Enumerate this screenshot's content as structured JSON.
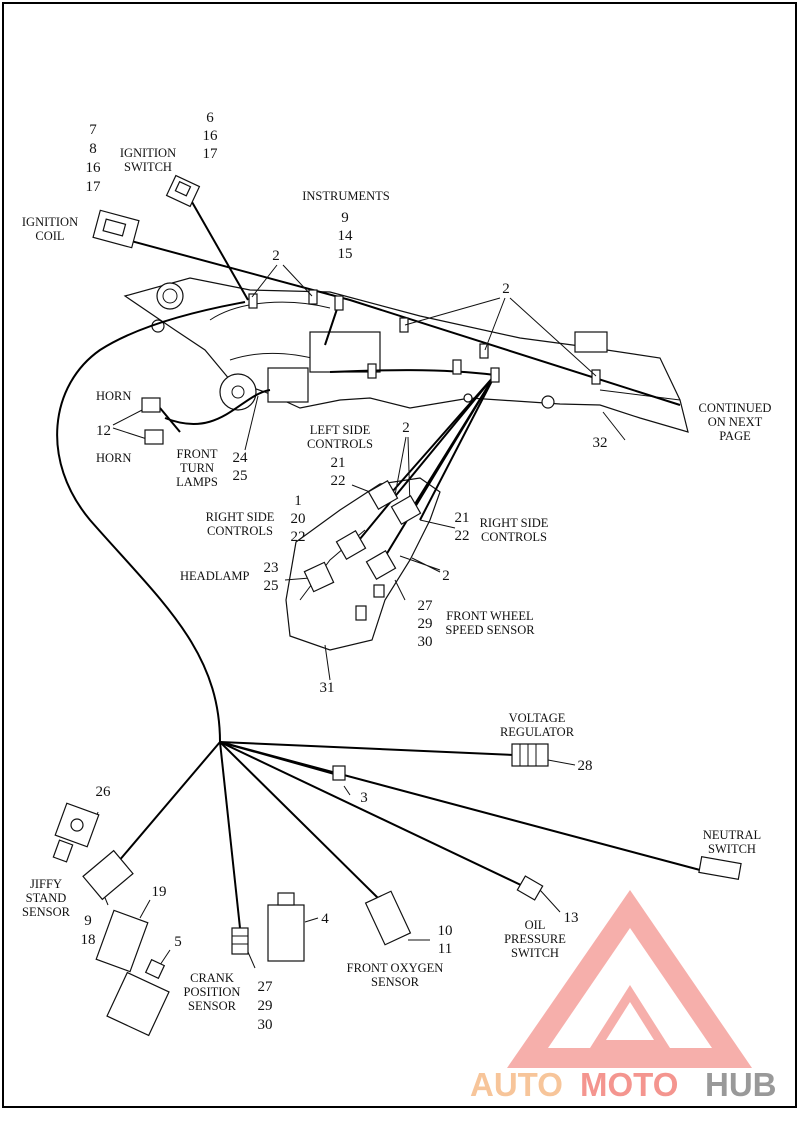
{
  "labels": {
    "ignition_coil": [
      "IGNITION",
      "COIL"
    ],
    "ignition_coil_nums": [
      "7",
      "8",
      "16",
      "17"
    ],
    "ignition_switch": [
      "IGNITION",
      "SWITCH"
    ],
    "ignition_switch_nums": [
      "6",
      "16",
      "17"
    ],
    "instruments": "INSTRUMENTS",
    "instruments_nums": [
      "9",
      "14",
      "15"
    ],
    "clip_a": "2",
    "clip_b": "2",
    "horn_top": "HORN",
    "horn_bottom": "HORN",
    "horn_num": "12",
    "front_turn_lamps": [
      "FRONT",
      "TURN",
      "LAMPS"
    ],
    "front_turn_nums": [
      "24",
      "25"
    ],
    "continued": [
      "CONTINUED",
      "ON NEXT",
      "PAGE"
    ],
    "num_32": "32",
    "left_side_controls": [
      "LEFT SIDE",
      "CONTROLS"
    ],
    "left_side_nums": [
      "21",
      "22"
    ],
    "clip_c": "2",
    "right_side_controls_left": [
      "RIGHT SIDE",
      "CONTROLS"
    ],
    "right_left_nums": [
      "1",
      "20",
      "22"
    ],
    "right_side_controls_right": [
      "RIGHT SIDE",
      "CONTROLS"
    ],
    "right_right_nums": [
      "21",
      "22"
    ],
    "clip_d": "2",
    "headlamp": "HEADLAMP",
    "headlamp_nums": [
      "23",
      "25"
    ],
    "front_wheel_speed": [
      "FRONT WHEEL",
      "SPEED SENSOR"
    ],
    "front_wheel_nums": [
      "27",
      "29",
      "30"
    ],
    "num_31": "31",
    "voltage_regulator": [
      "VOLTAGE",
      "REGULATOR"
    ],
    "num_28": "28",
    "num_3": "3",
    "num_26": "26",
    "neutral_switch": [
      "NEUTRAL",
      "SWITCH"
    ],
    "jiffy_stand": [
      "JIFFY",
      "STAND",
      "SENSOR"
    ],
    "jiffy_nums": [
      "9",
      "18"
    ],
    "num_19": "19",
    "num_4": "4",
    "num_5": "5",
    "crank_position": [
      "CRANK",
      "POSITION",
      "SENSOR"
    ],
    "crank_nums": [
      "27",
      "29",
      "30"
    ],
    "front_oxygen": [
      "FRONT OXYGEN",
      "SENSOR"
    ],
    "oxygen_nums": [
      "10",
      "11"
    ],
    "oil_pressure": [
      "OIL",
      "PRESSURE",
      "SWITCH"
    ],
    "num_13": "13"
  },
  "watermark": {
    "part1": "AUTO",
    "part2": "MOTO",
    "part3": "HUB",
    "color1": "#f7c59a",
    "color2": "#f4958f",
    "color3": "#999999"
  }
}
